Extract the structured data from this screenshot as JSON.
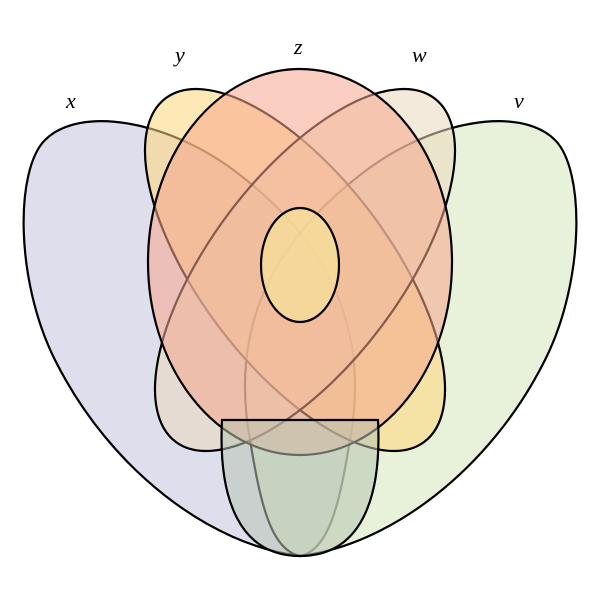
{
  "diagram": {
    "type": "venn-5-set",
    "sets": [
      {
        "id": "x",
        "label": "x",
        "color": "#dcdbec"
      },
      {
        "id": "y",
        "label": "y",
        "color": "#fde6a8"
      },
      {
        "id": "z",
        "label": "z",
        "color": "#f9c3b0"
      },
      {
        "id": "w",
        "label": "w",
        "color": "#f2e7d7"
      },
      {
        "id": "v",
        "label": "v",
        "color": "#e5efd6"
      }
    ],
    "stroke_color": "#000000"
  }
}
